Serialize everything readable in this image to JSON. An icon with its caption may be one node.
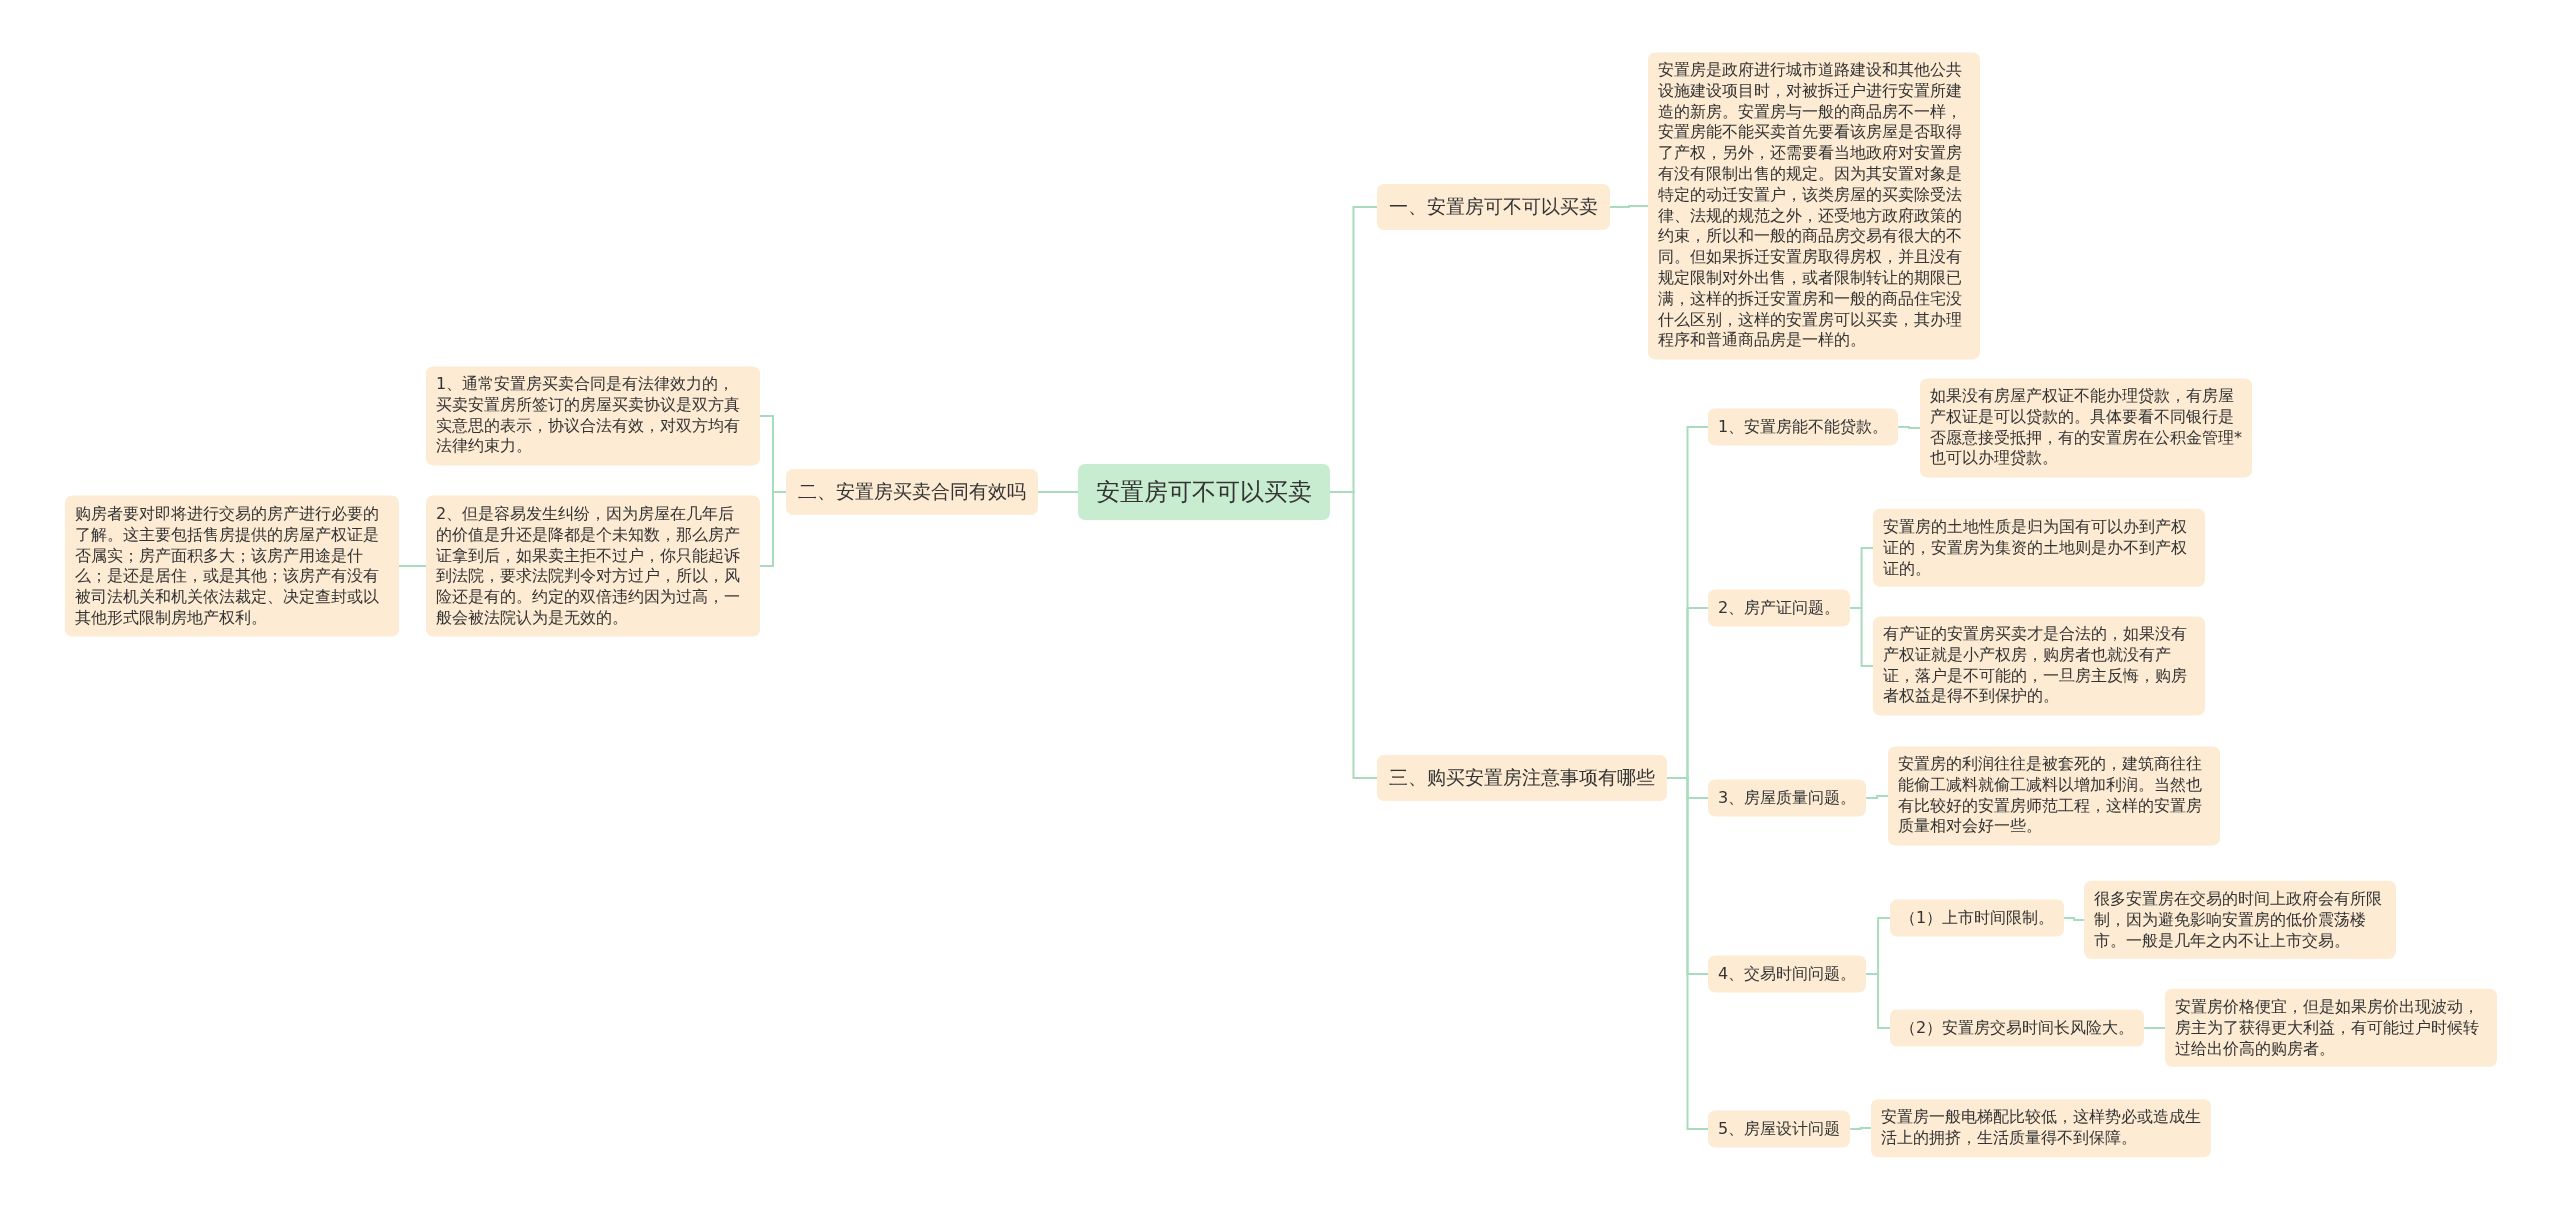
{
  "diagram": {
    "nodes": [
      {
        "text": [
          "安置房可不可以买卖"
        ]
      },
      {
        "text": [
          "一、安置房可不可以买卖"
        ]
      },
      {
        "text": [
          "安置房是政府进行城市道路建设和其他公共设施建设项目时，对被拆迁户进行安置所建造的新房。安置房与一般的商品房不一样，安置房能不能买卖首先要看该房屋是否取得了产权，另外，还需要看当地政府对安置房有没有限制出售的规定。因为其安置对象是特定的动迁安置户，该类房屋的买卖除受法律、法规的规范之外，还受地方政府政策的约束，所以和一般的商品房交易有很大的不同。但如果拆迁安置房取得房权，并且没有规定限制对外出售，或者限制转让的期限已满，这样的拆迁安置房和一般的商品住宅没什么区别，这样的安置房可以买卖，其办理程序和普通商品房是一样的。"
        ]
      },
      {
        "text": [
          "三、购买安置房注意事项有哪些"
        ]
      },
      {
        "text": [
          "1、安置房能不能贷款。"
        ]
      },
      {
        "text": [
          "如果没有房屋产权证不能办理贷款，有房屋产权证是可以贷款的。具体要看不同银行是否愿意接受抵押，有的安置房在公积金管理*也可以办理贷款。"
        ]
      },
      {
        "text": [
          "2、房产证问题。"
        ]
      },
      {
        "text": [
          "安置房的土地性质是归为国有可以办到产权证的，安置房为集资的土地则是办不到产权证的。"
        ]
      },
      {
        "text": [
          "有产证的安置房买卖才是合法的，如果没有产权证就是小产权房，购房者也就没有产证，落户是不可能的，一旦房主反悔，购房者权益是得不到保护的。"
        ]
      },
      {
        "text": [
          "3、房屋质量问题。"
        ]
      },
      {
        "text": [
          "安置房的利润往往是被套死的，建筑商往往能偷工减料就偷工减料以增加利润。当然也有比较好的安置房师范工程，这样的安置房质量相对会好一些。"
        ]
      },
      {
        "text": [
          "4、交易时间问题。"
        ]
      },
      {
        "text": [
          "（1）上市时间限制。"
        ]
      },
      {
        "text": [
          "很多安置房在交易的时间上政府会有所限制，因为避免影响安置房的低价震荡楼市。一般是几年之内不让上市交易。"
        ]
      },
      {
        "text": [
          "（2）安置房交易时间长风险大。"
        ]
      },
      {
        "text": [
          "安置房价格便宜，但是如果房价出现波动，房主为了获得更大利益，有可能过户时候转过给出价高的购房者。"
        ]
      },
      {
        "text": [
          "5、房屋设计问题"
        ]
      },
      {
        "text": [
          "安置房一般电梯配比较低，这样势必或造成生活上的拥挤，生活质量得不到保障。"
        ]
      },
      {
        "text": [
          "二、安置房买卖合同有效吗"
        ]
      },
      {
        "text": [
          "1、通常安置房买卖合同是有法律效力的，买卖安置房所签订的房屋买卖协议是双方真实意思的表示，协议合法有效，对双方均有法律约束力。"
        ]
      },
      {
        "text": [
          "2、但是容易发生纠纷，因为房屋在几年后的价值是升还是降都是个未知数，那么房产证拿到后，如果卖主拒不过户，你只能起诉到法院，要求法院判令对方过户，所以，风险还是有的。约定的双倍违约因为过高，一般会被法院认为是无效的。"
        ]
      },
      {
        "text": [
          "购房者要对即将进行交易的房产进行必要的了解。这主要包括售房提供的房屋产权证是否属实；房产面积多大；该房产用途是什么；是还是居住，或是其他；该房产有没有被司法机关和机关依法裁定、决定查封或以其他形式限制房地产权利。"
        ]
      }
    ],
    "edges": [
      {
        "from": 0,
        "to": 1,
        "arrow": "none"
      },
      {
        "from": 1,
        "to": 2,
        "arrow": "none"
      },
      {
        "from": 0,
        "to": 3,
        "arrow": "none"
      },
      {
        "from": 3,
        "to": 4,
        "arrow": "none"
      },
      {
        "from": 4,
        "to": 5,
        "arrow": "none"
      },
      {
        "from": 3,
        "to": 6,
        "arrow": "none"
      },
      {
        "from": 6,
        "to": 7,
        "arrow": "none"
      },
      {
        "from": 6,
        "to": 8,
        "arrow": "none"
      },
      {
        "from": 3,
        "to": 9,
        "arrow": "none"
      },
      {
        "from": 9,
        "to": 10,
        "arrow": "none"
      },
      {
        "from": 3,
        "to": 11,
        "arrow": "none"
      },
      {
        "from": 11,
        "to": 12,
        "arrow": "none"
      },
      {
        "from": 12,
        "to": 13,
        "arrow": "none"
      },
      {
        "from": 11,
        "to": 14,
        "arrow": "none"
      },
      {
        "from": 14,
        "to": 15,
        "arrow": "none"
      },
      {
        "from": 3,
        "to": 16,
        "arrow": "none"
      },
      {
        "from": 16,
        "to": 17,
        "arrow": "none"
      },
      {
        "from": 0,
        "to": 18,
        "arrow": "none"
      },
      {
        "from": 18,
        "to": 19,
        "arrow": "none"
      },
      {
        "from": 18,
        "to": 20,
        "arrow": "none"
      },
      {
        "from": 20,
        "to": 21,
        "arrow": "none"
      }
    ]
  }
}
